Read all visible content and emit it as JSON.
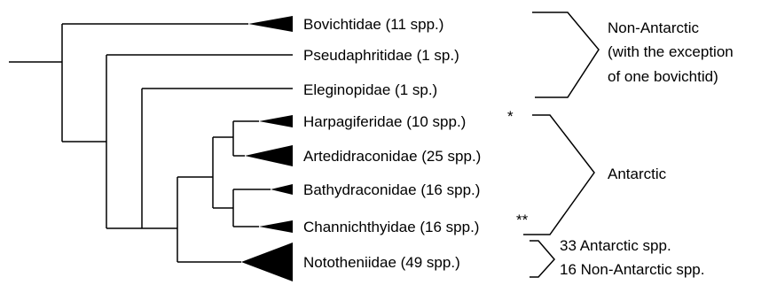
{
  "taxa": [
    {
      "label": "Bovichtidae (11 spp.)"
    },
    {
      "label": "Pseudaphritidae (1 sp.)"
    },
    {
      "label": "Eleginopidae (1 sp.)"
    },
    {
      "label": "Harpagiferidae (10 spp.)",
      "mark": "*"
    },
    {
      "label": "Artedidraconidae (25 spp.)"
    },
    {
      "label": "Bathydraconidae (16 spp.)"
    },
    {
      "label": "Channichthyidae (16 spp.)",
      "mark": "**"
    },
    {
      "label": "Nototheniidae (49 spp.)"
    }
  ],
  "groups": {
    "non_antarctic": [
      "Non-Antarctic",
      "(with the exception",
      "of one bovichtid)"
    ],
    "antarctic": [
      "Antarctic"
    ],
    "nototheniid_split": [
      "33 Antarctic spp.",
      "16 Non-Antarctic spp."
    ]
  },
  "colors": {
    "lines": "#000000",
    "background": "#ffffff"
  }
}
